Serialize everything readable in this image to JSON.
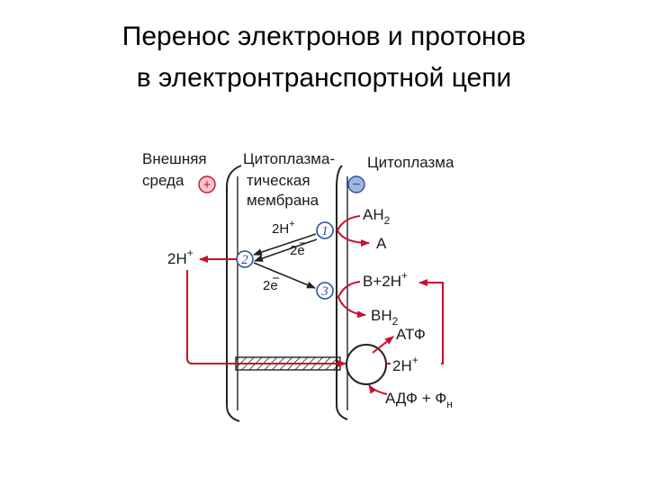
{
  "title": {
    "line1": "Перенос электронов и протонов",
    "line2": "в электронтранспортной цепи"
  },
  "diagram": {
    "outer_medium_line1": "Внешняя",
    "outer_medium_line2": "среда",
    "outer_sign": "+",
    "membrane_line1": "Цитоплазма-",
    "membrane_line2": "тическая",
    "membrane_line3": "мембрана",
    "cytoplasm": "Цитоплазма",
    "inner_sign": "−",
    "carriers": [
      "1",
      "2",
      "3"
    ],
    "h_to_2": "2H",
    "e_to_2": "2e",
    "h_out": "2H",
    "e_to_3": "2e",
    "ah2": "AH",
    "a": "A",
    "b_2h": "B+2H",
    "bh2": "BH",
    "atp": "АТФ",
    "h_in": "2H",
    "adp": "АДФ + Ф",
    "adp_sub": "н",
    "sup_plus": "+",
    "sub_2": "2",
    "accent_color": "#c8102e",
    "blue_color": "#2b4f9e"
  }
}
